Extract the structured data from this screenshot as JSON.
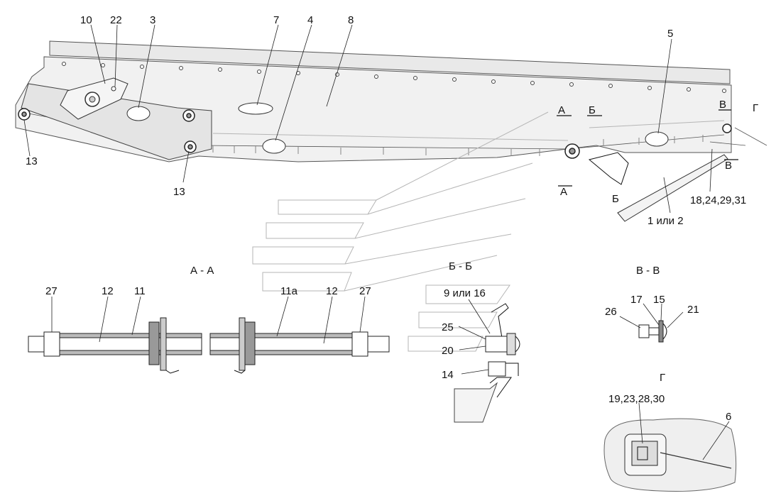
{
  "drawing": {
    "callouts_main": [
      "10",
      "22",
      "3",
      "7",
      "4",
      "8",
      "5",
      "13",
      "13",
      "1 или 2",
      "18,24,29,31"
    ],
    "section_marks": [
      "А",
      "Б",
      "В",
      "Г",
      "А",
      "Б",
      "В"
    ],
    "section_titles": {
      "aa": "А - А",
      "bb": "Б - Б",
      "vv": "В - В",
      "g": "Г"
    },
    "section_aa_labels": [
      "27",
      "12",
      "11",
      "11а",
      "12",
      "27"
    ],
    "section_bb_labels": [
      "9 или 16",
      "25",
      "20",
      "14"
    ],
    "section_vv_labels": [
      "17",
      "15",
      "26",
      "21"
    ],
    "detail_g_labels": [
      "19,23,28,30",
      "6"
    ]
  }
}
